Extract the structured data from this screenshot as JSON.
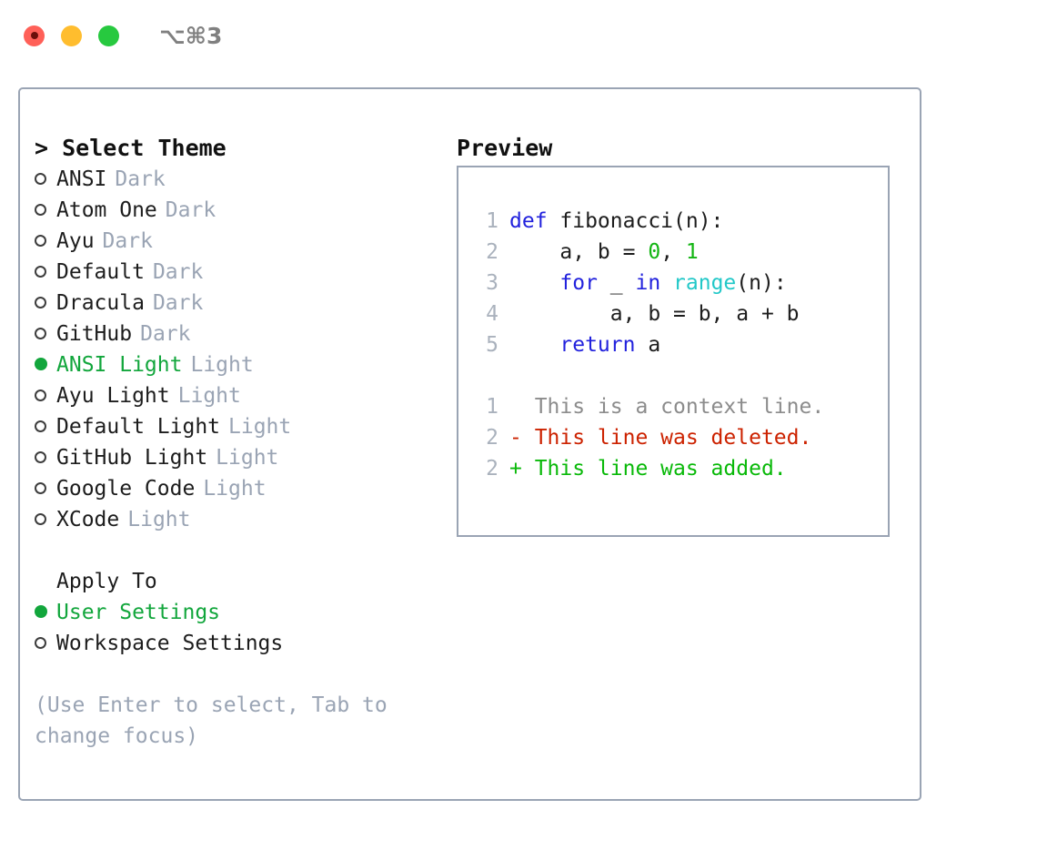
{
  "titlebar": {
    "shortcut": "⌥⌘3",
    "buttons": [
      "close",
      "minimize",
      "maximize"
    ]
  },
  "theme_picker": {
    "heading": "> Select Theme",
    "options": [
      {
        "label": "ANSI",
        "category": "Dark",
        "selected": false
      },
      {
        "label": "Atom One",
        "category": "Dark",
        "selected": false
      },
      {
        "label": "Ayu",
        "category": "Dark",
        "selected": false
      },
      {
        "label": "Default",
        "category": "Dark",
        "selected": false
      },
      {
        "label": "Dracula",
        "category": "Dark",
        "selected": false
      },
      {
        "label": "GitHub",
        "category": "Dark",
        "selected": false
      },
      {
        "label": "ANSI Light",
        "category": "Light",
        "selected": true
      },
      {
        "label": "Ayu Light",
        "category": "Light",
        "selected": false
      },
      {
        "label": "Default Light",
        "category": "Light",
        "selected": false
      },
      {
        "label": "GitHub Light",
        "category": "Light",
        "selected": false
      },
      {
        "label": "Google Code",
        "category": "Light",
        "selected": false
      },
      {
        "label": "XCode",
        "category": "Light",
        "selected": false
      }
    ]
  },
  "apply_to": {
    "heading": "Apply To",
    "options": [
      {
        "label": "User Settings",
        "selected": true
      },
      {
        "label": "Workspace Settings",
        "selected": false
      }
    ]
  },
  "hint": "(Use Enter to select, Tab to change focus)",
  "preview": {
    "heading": "Preview",
    "code_lines": [
      {
        "num": "1",
        "tokens": [
          {
            "text": "def ",
            "kind": "kw"
          },
          {
            "text": "fibonacci(n):",
            "kind": "txt"
          }
        ]
      },
      {
        "num": "2",
        "tokens": [
          {
            "text": "    a, b = ",
            "kind": "txt"
          },
          {
            "text": "0",
            "kind": "num"
          },
          {
            "text": ", ",
            "kind": "txt"
          },
          {
            "text": "1",
            "kind": "num"
          }
        ]
      },
      {
        "num": "3",
        "tokens": [
          {
            "text": "    ",
            "kind": "txt"
          },
          {
            "text": "for",
            "kind": "kw"
          },
          {
            "text": " _ ",
            "kind": "txt"
          },
          {
            "text": "in",
            "kind": "kw"
          },
          {
            "text": " ",
            "kind": "txt"
          },
          {
            "text": "range",
            "kind": "fn"
          },
          {
            "text": "(n):",
            "kind": "txt"
          }
        ]
      },
      {
        "num": "4",
        "tokens": [
          {
            "text": "        a, b = b, a + b",
            "kind": "txt"
          }
        ]
      },
      {
        "num": "5",
        "tokens": [
          {
            "text": "    ",
            "kind": "txt"
          },
          {
            "text": "return",
            "kind": "kw"
          },
          {
            "text": " a",
            "kind": "txt"
          }
        ]
      }
    ],
    "diff_lines": [
      {
        "num": "1",
        "marker": "  ",
        "text": "This is a context line.",
        "kind": "ctx"
      },
      {
        "num": "2",
        "marker": "- ",
        "text": "This line was deleted.",
        "kind": "del"
      },
      {
        "num": "2",
        "marker": "+ ",
        "text": "This line was added.",
        "kind": "add"
      }
    ]
  },
  "colors": {
    "accent_green": "#12a63c",
    "diff_add": "#09b909",
    "diff_del": "#cc2200",
    "keyword_blue": "#2222dd",
    "function_cyan": "#22c8c8",
    "number_green": "#12b512",
    "muted_gray": "#9aa4b4",
    "border": "#9aa4b4"
  }
}
